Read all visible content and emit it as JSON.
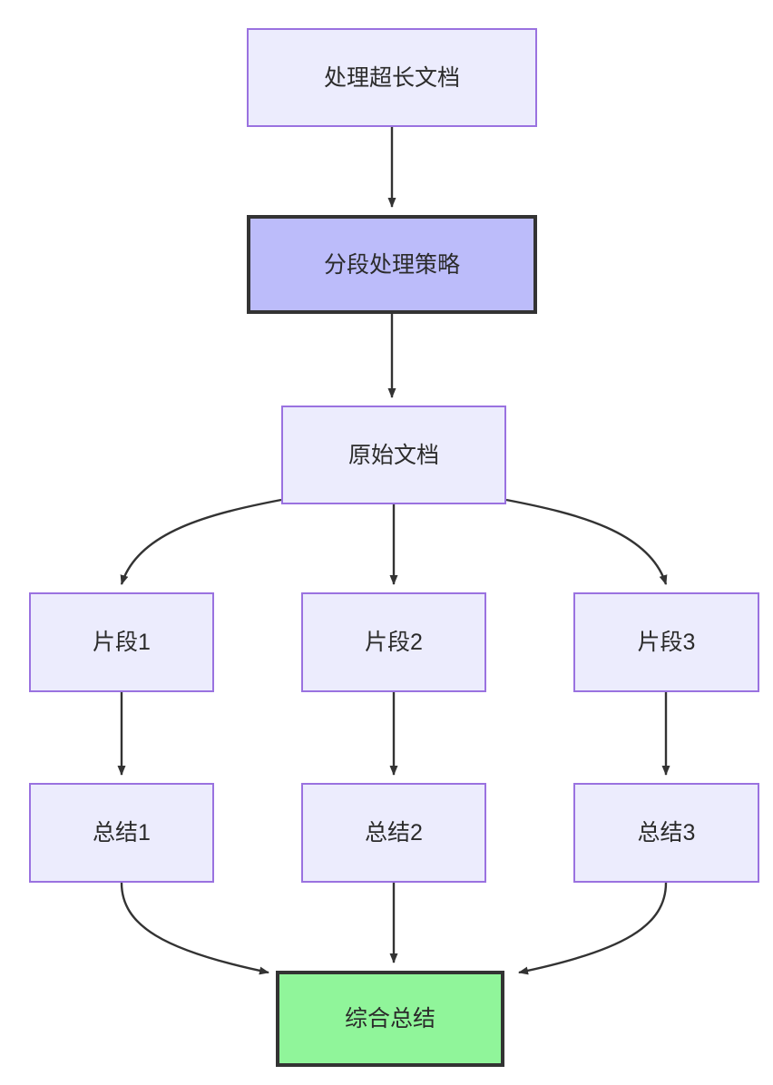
{
  "diagram": {
    "type": "flowchart",
    "direction": "top-down",
    "background_color": "#ffffff",
    "title_text": "",
    "palette": {
      "default_fill": "#ececfd",
      "default_stroke": "#9a72e0",
      "highlight_fill": "#bcbcfa",
      "highlight_stroke": "#333333",
      "success_fill": "#90f59a",
      "success_stroke": "#333333",
      "edge_stroke": "#333333",
      "text_color": "#2b2b2b"
    },
    "nodes": [
      {
        "id": "root",
        "label": "处理超长文档",
        "style": "default"
      },
      {
        "id": "strategy",
        "label": "分段处理策略",
        "style": "highlight"
      },
      {
        "id": "source",
        "label": "原始文档",
        "style": "default"
      },
      {
        "id": "chunk1",
        "label": "片段1",
        "style": "default"
      },
      {
        "id": "chunk2",
        "label": "片段2",
        "style": "default"
      },
      {
        "id": "chunk3",
        "label": "片段3",
        "style": "default"
      },
      {
        "id": "summary1",
        "label": "总结1",
        "style": "default"
      },
      {
        "id": "summary2",
        "label": "总结2",
        "style": "default"
      },
      {
        "id": "summary3",
        "label": "总结3",
        "style": "default"
      },
      {
        "id": "final",
        "label": "综合总结",
        "style": "success"
      }
    ],
    "edges": [
      {
        "from": "root",
        "to": "strategy",
        "label": "",
        "shape": "straight"
      },
      {
        "from": "strategy",
        "to": "source",
        "label": "",
        "shape": "straight"
      },
      {
        "from": "source",
        "to": "chunk1",
        "label": "",
        "shape": "curved"
      },
      {
        "from": "source",
        "to": "chunk2",
        "label": "",
        "shape": "straight"
      },
      {
        "from": "source",
        "to": "chunk3",
        "label": "",
        "shape": "curved"
      },
      {
        "from": "chunk1",
        "to": "summary1",
        "label": "",
        "shape": "straight"
      },
      {
        "from": "chunk2",
        "to": "summary2",
        "label": "",
        "shape": "straight"
      },
      {
        "from": "chunk3",
        "to": "summary3",
        "label": "",
        "shape": "straight"
      },
      {
        "from": "summary1",
        "to": "final",
        "label": "",
        "shape": "curved"
      },
      {
        "from": "summary2",
        "to": "final",
        "label": "",
        "shape": "straight"
      },
      {
        "from": "summary3",
        "to": "final",
        "label": "",
        "shape": "curved"
      }
    ]
  }
}
